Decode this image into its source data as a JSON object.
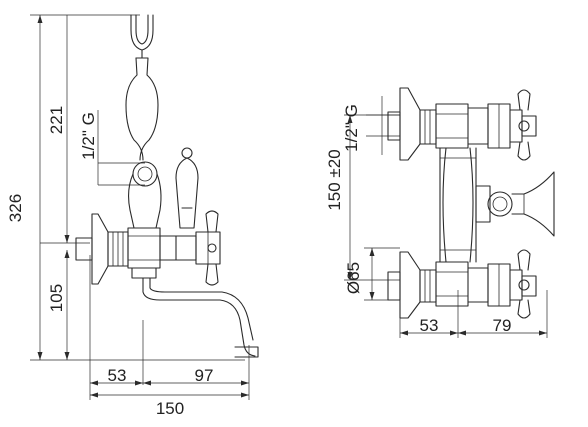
{
  "left_view": {
    "total_height": "326",
    "upper_height": "221",
    "thread_upper": "1/2\" G",
    "lower_height": "105",
    "offset_left": "53",
    "offset_right": "97",
    "overall_width": "150"
  },
  "right_view": {
    "center_distance": "150 ±20",
    "thread": "1/2\" G",
    "flange_diameter": "Ø65",
    "offset_left": "53",
    "offset_right": "79"
  }
}
